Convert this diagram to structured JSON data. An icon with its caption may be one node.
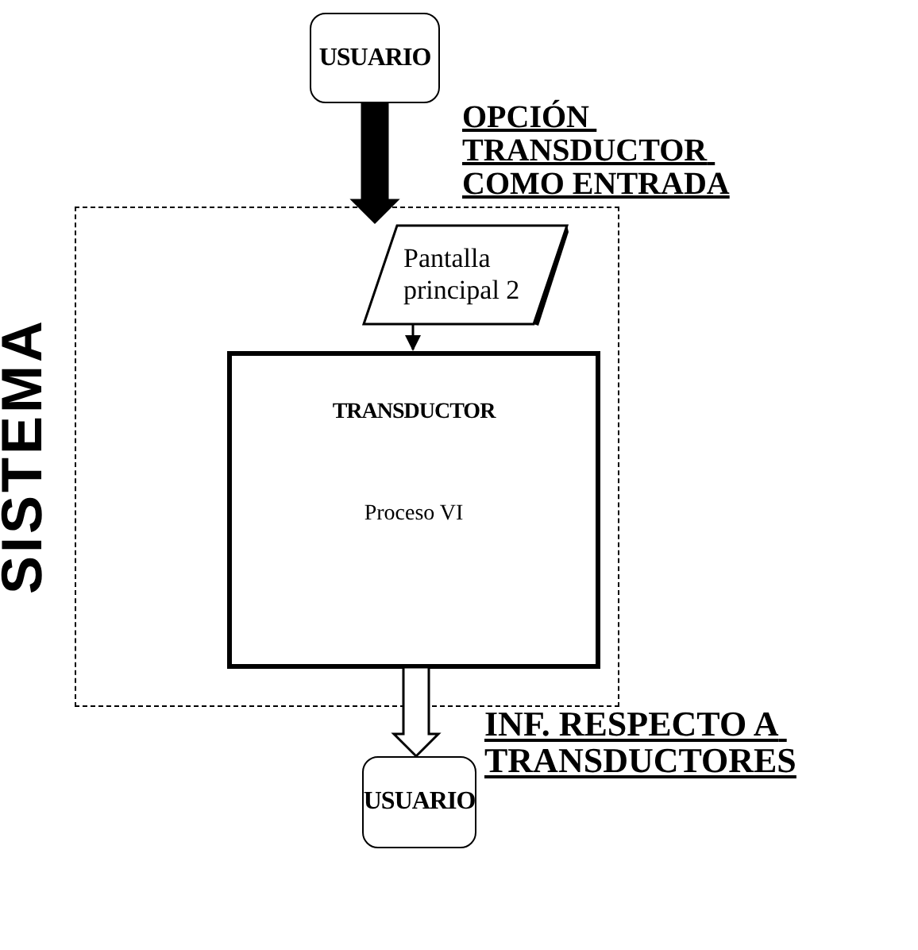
{
  "diagram": {
    "nodes": [
      {
        "text": [
          "USUARIO"
        ]
      },
      {
        "text": [
          "SISTEMA"
        ]
      },
      {
        "text": [
          "Pantalla principal 2"
        ],
        "in": 1
      },
      {
        "text": [
          "TRANSDUCTOR",
          "Proceso VI"
        ],
        "in": 1
      },
      {
        "text": [
          "USUARIO"
        ]
      }
    ],
    "edges": [
      {
        "from": 0,
        "to": 2,
        "arrow": "to",
        "style": "thick",
        "color": "#000000",
        "label": "OPCIÓN TRANSDUCTOR COMO ENTRADA"
      },
      {
        "from": 2,
        "to": 3,
        "arrow": "to"
      },
      {
        "from": 3,
        "to": 4,
        "arrow": "to",
        "style": "thick",
        "label": "INF. RESPECTO A TRANSDUCTORES"
      }
    ]
  }
}
